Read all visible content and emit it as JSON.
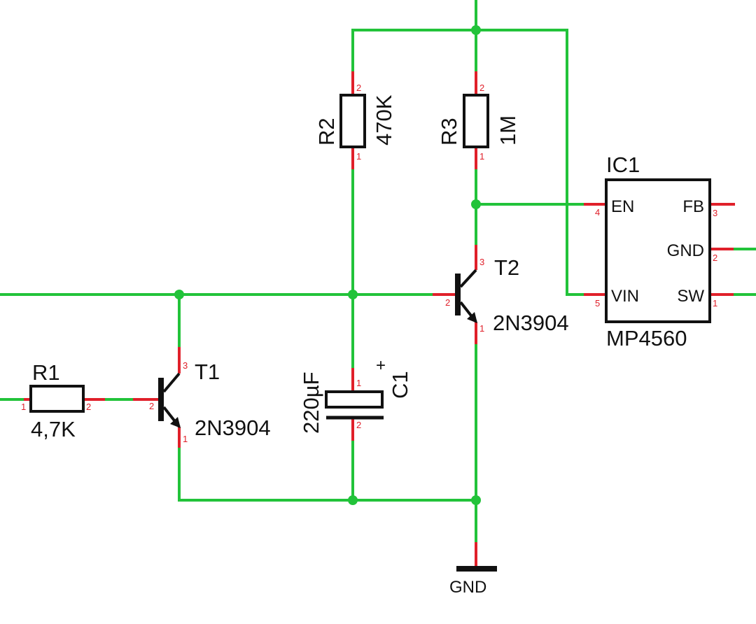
{
  "components": {
    "r1": {
      "name": "R1",
      "value": "4,7K",
      "pins": [
        "1",
        "2"
      ]
    },
    "r2": {
      "name": "R2",
      "value": "470K",
      "pins": [
        "1",
        "2"
      ]
    },
    "r3": {
      "name": "R3",
      "value": "1M",
      "pins": [
        "1",
        "2"
      ]
    },
    "c1": {
      "name": "C1",
      "value": "220µF",
      "polarity": "+",
      "pins": [
        "1",
        "2"
      ]
    },
    "t1": {
      "name": "T1",
      "value": "2N3904",
      "pins": [
        "1",
        "2",
        "3"
      ]
    },
    "t2": {
      "name": "T2",
      "value": "2N3904",
      "pins": [
        "1",
        "2",
        "3"
      ]
    },
    "ic1": {
      "name": "IC1",
      "value": "MP4560",
      "pin_en": "EN",
      "pin_en_no": "4",
      "pin_vin": "VIN",
      "pin_vin_no": "5",
      "pin_fb": "FB",
      "pin_fb_no": "3",
      "pin_gnd": "GND",
      "pin_gnd_no": "2",
      "pin_sw": "SW",
      "pin_sw_no": "1"
    },
    "gnd": {
      "label": "GND"
    }
  },
  "colors": {
    "wire": "#22c33a",
    "pin": "#e0202a",
    "ink": "#111111"
  }
}
